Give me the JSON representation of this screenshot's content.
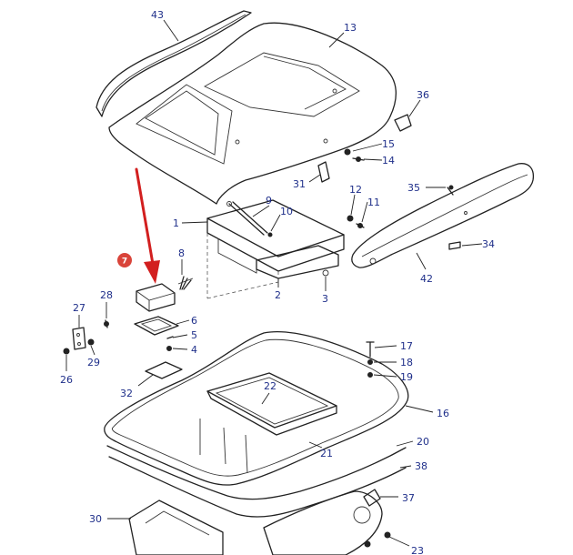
{
  "colors": {
    "label": "#1f2f8a",
    "line": "#222222",
    "arrow": "#d21f1f",
    "badge": "#d9443a"
  },
  "highlight": {
    "badge": "7"
  },
  "labels": {
    "l43": "43",
    "l13": "13",
    "l36": "36",
    "l15": "15",
    "l14": "14",
    "l31": "31",
    "l12": "12",
    "l11": "11",
    "l35": "35",
    "l9": "9",
    "l10": "10",
    "l1": "1",
    "l8": "8",
    "l34": "34",
    "l42": "42",
    "l2": "2",
    "l3": "3",
    "l27": "27",
    "l28": "28",
    "l6": "6",
    "l5": "5",
    "l4": "4",
    "l29": "29",
    "l26": "26",
    "l17": "17",
    "l18": "18",
    "l19": "19",
    "l32": "32",
    "l22": "22",
    "l16": "16",
    "l20": "20",
    "l21": "21",
    "l38": "38",
    "l37": "37",
    "l30": "30",
    "l23": "23"
  }
}
